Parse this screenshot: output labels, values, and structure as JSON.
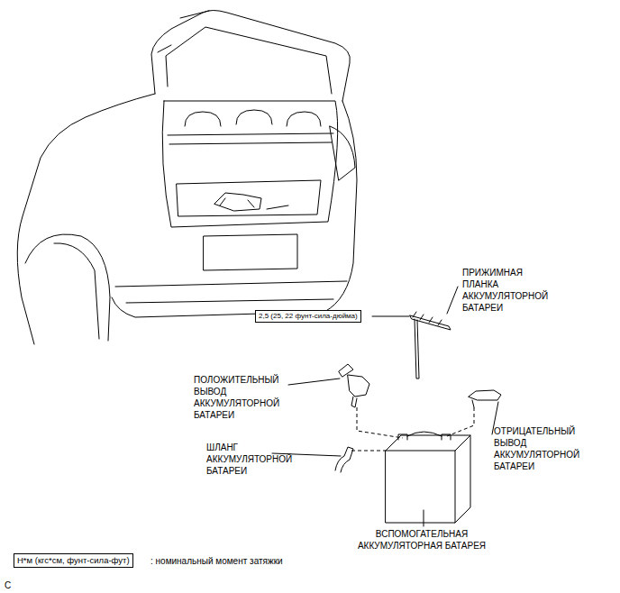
{
  "diagram": {
    "nodes": [
      {
        "text": [
          "2,5 (25, 22 фунт-сила-дюйма)"
        ]
      },
      {
        "text": [
          "Н*м (кгс*см, фунт-сила-фут)"
        ]
      }
    ],
    "labels": [
      "ПРИЖИМНАЯ ПЛАНКА АККУМУЛЯТОРНОЙ БАТАРЕИ",
      "ПОЛОЖИТЕЛЬНЫЙ ВЫВОД АККУМУЛЯТОРНОЙ БАТАРЕИ",
      "ШЛАНГ АККУМУЛЯТОРНОЙ БАТАРЕИ",
      "ОТРИЦАТЕЛЬНЫЙ ВЫВОД АККУМУЛЯТОРНОЙ БАТАРЕИ",
      "ВСПОМОГАТЕЛЬНАЯ АККУМУЛЯТОРНАЯ БАТАРЕЯ",
      ": номинальный момент затяжки",
      "C"
    ]
  }
}
